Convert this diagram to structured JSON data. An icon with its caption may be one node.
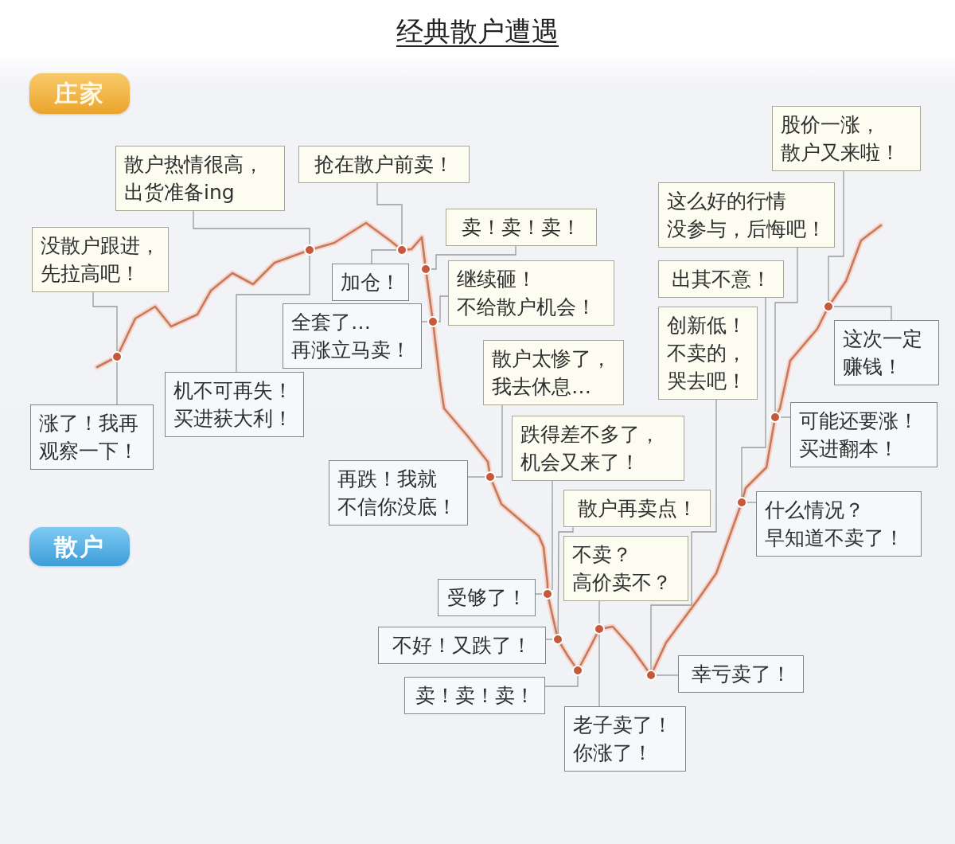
{
  "diagram": {
    "title": "经典散户遭遇",
    "nodes": [
      {
        "text": [
          "庄家"
        ]
      },
      {
        "text": [
          "散户"
        ]
      },
      {
        "text": [
          "没散户跟进，先拉高吧！"
        ]
      },
      {
        "text": [
          "散户热情很高，出货准备ing"
        ]
      },
      {
        "text": [
          "抢在散户前卖！"
        ]
      },
      {
        "text": [
          "卖！卖！卖！"
        ]
      },
      {
        "text": [
          "继续砸！不给散户机会！"
        ]
      },
      {
        "text": [
          "散户太惨了，我去休息…"
        ]
      },
      {
        "text": [
          "跌得差不多了，机会又来了！"
        ]
      },
      {
        "text": [
          "散户再卖点！"
        ]
      },
      {
        "text": [
          "不卖？高价卖不？"
        ]
      },
      {
        "text": [
          "创新低！不卖的，哭去吧！"
        ]
      },
      {
        "text": [
          "出其不意！"
        ]
      },
      {
        "text": [
          "这么好的行情没参与，后悔吧！"
        ]
      },
      {
        "text": [
          "股价一涨，散户又来啦！"
        ]
      },
      {
        "text": [
          "涨了！我再观察一下！"
        ]
      },
      {
        "text": [
          "机不可再失！买进获大利！"
        ]
      },
      {
        "text": [
          "加仓！"
        ]
      },
      {
        "text": [
          "全套了…再涨立马卖！"
        ]
      },
      {
        "text": [
          "再跌！我就不信你没底！"
        ]
      },
      {
        "text": [
          "受够了！"
        ]
      },
      {
        "text": [
          "不好！又跌了！"
        ]
      },
      {
        "text": [
          "卖！卖！卖！"
        ]
      },
      {
        "text": [
          "老子卖了！你涨了！"
        ]
      },
      {
        "text": [
          "幸亏卖了！"
        ]
      },
      {
        "text": [
          "什么情况？早知道不卖了！"
        ]
      },
      {
        "text": [
          "可能还要涨！买进翻本！"
        ]
      },
      {
        "text": [
          "这次一定赚钱！"
        ]
      },
      {
        "text": [],
        "shape": "circle"
      },
      {
        "text": [],
        "shape": "circle"
      },
      {
        "text": [],
        "shape": "circle"
      },
      {
        "text": [],
        "shape": "circle"
      },
      {
        "text": [],
        "shape": "circle"
      },
      {
        "text": [],
        "shape": "circle"
      },
      {
        "text": [],
        "shape": "circle"
      },
      {
        "text": [],
        "shape": "circle"
      },
      {
        "text": [],
        "shape": "circle"
      },
      {
        "text": [],
        "shape": "circle"
      },
      {
        "text": [],
        "shape": "circle"
      },
      {
        "text": [],
        "shape": "circle"
      },
      {
        "text": [],
        "shape": "circle"
      },
      {
        "text": [],
        "shape": "circle"
      }
    ],
    "edges": [
      {
        "from": 2,
        "to": 28,
        "arrow": "none"
      },
      {
        "from": 3,
        "to": 29,
        "arrow": "none"
      },
      {
        "from": 4,
        "to": 30,
        "arrow": "none"
      },
      {
        "from": 5,
        "to": 31,
        "arrow": "none"
      },
      {
        "from": 6,
        "to": 32,
        "arrow": "none"
      },
      {
        "from": 7,
        "to": 33,
        "arrow": "none"
      },
      {
        "from": 8,
        "to": 34,
        "arrow": "none"
      },
      {
        "from": 9,
        "to": 35,
        "arrow": "none"
      },
      {
        "from": 10,
        "to": 37,
        "arrow": "none"
      },
      {
        "from": 11,
        "to": 38,
        "arrow": "none"
      },
      {
        "from": 12,
        "to": 39,
        "arrow": "none"
      },
      {
        "from": 13,
        "to": 40,
        "arrow": "none"
      },
      {
        "from": 14,
        "to": 41,
        "arrow": "none"
      },
      {
        "from": 15,
        "to": 28,
        "arrow": "none"
      },
      {
        "from": 16,
        "to": 29,
        "arrow": "none"
      },
      {
        "from": 17,
        "to": 30,
        "arrow": "none"
      },
      {
        "from": 18,
        "to": 32,
        "arrow": "none"
      },
      {
        "from": 19,
        "to": 33,
        "arrow": "none"
      },
      {
        "from": 20,
        "to": 34,
        "arrow": "none"
      },
      {
        "from": 21,
        "to": 35,
        "arrow": "none"
      },
      {
        "from": 22,
        "to": 36,
        "arrow": "none"
      },
      {
        "from": 23,
        "to": 37,
        "arrow": "none"
      },
      {
        "from": 24,
        "to": 38,
        "arrow": "none"
      },
      {
        "from": 25,
        "to": 39,
        "arrow": "none"
      },
      {
        "from": 26,
        "to": 40,
        "arrow": "none"
      },
      {
        "from": 27,
        "to": 41,
        "arrow": "none"
      }
    ]
  }
}
